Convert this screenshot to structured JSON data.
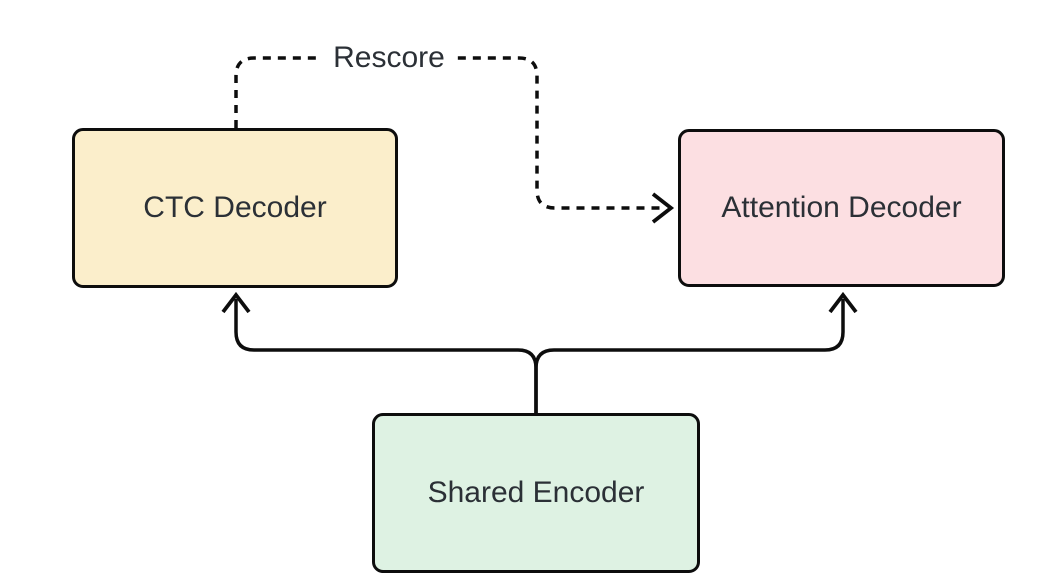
{
  "diagram": {
    "background_color": "#ffffff",
    "stroke_color": "#0d0d0d",
    "text_color": "#2b3036",
    "nodes": [
      {
        "id": "ctc-decoder",
        "label": "CTC Decoder",
        "fill": "#fbeecb"
      },
      {
        "id": "attention-decoder",
        "label": "Attention Decoder",
        "fill": "#fcdfe2"
      },
      {
        "id": "shared-encoder",
        "label": "Shared Encoder",
        "fill": "#def2e3"
      }
    ],
    "edges": [
      {
        "from": "ctc-decoder",
        "to": "attention-decoder",
        "label": "Rescore",
        "style": "dashed"
      },
      {
        "from": "shared-encoder",
        "to": "ctc-decoder",
        "style": "solid"
      },
      {
        "from": "shared-encoder",
        "to": "attention-decoder",
        "style": "solid"
      }
    ]
  }
}
